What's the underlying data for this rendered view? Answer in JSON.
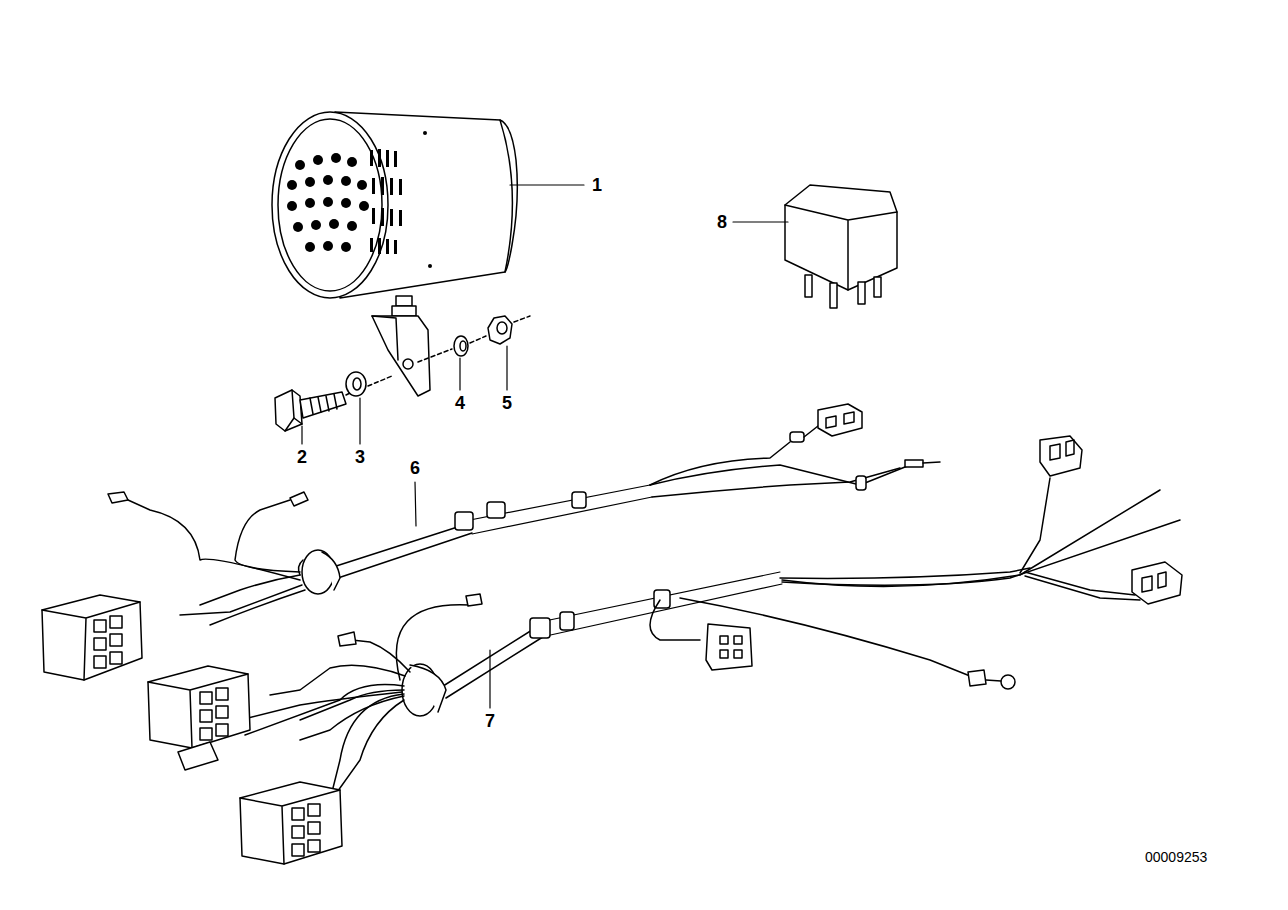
{
  "diagram": {
    "labels": [
      "1",
      "2",
      "3",
      "4",
      "5",
      "6",
      "7",
      "8",
      "00009253"
    ]
  }
}
